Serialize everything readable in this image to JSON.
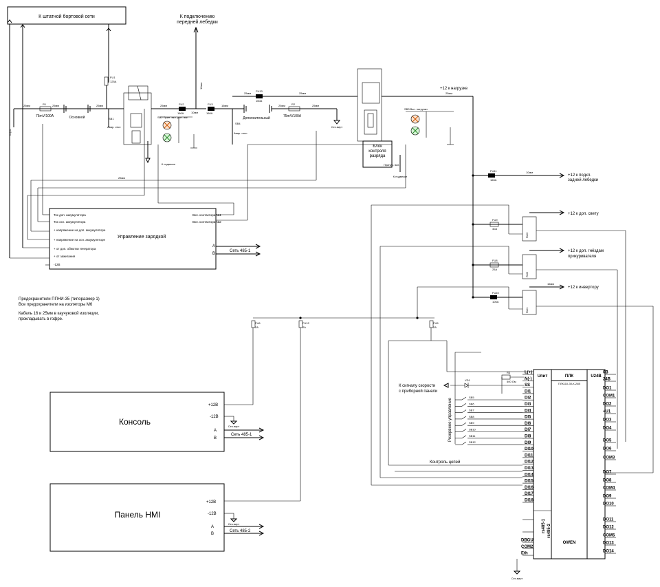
{
  "top": {
    "onboard_network": "К штатной бортовой сети",
    "front_winch": [
      "К подключению",
      "передней лебедки"
    ],
    "load": "+12 к нагрузке",
    "rear_winch": [
      "+12 к подкл.",
      "задней лебедки"
    ],
    "extra_light": "+12 к доп. свету",
    "lighter": [
      "+12 к доп. гнёздам",
      "прикуривателя"
    ],
    "inverter": "+12 к инвертору"
  },
  "labels": {
    "main_battery": "Основной",
    "aux_battery": "Дополнительный",
    "body_ground": "Корп.",
    "to_chassis": "К подвеске",
    "r1": "R1",
    "r1_val": "75mV/100A",
    "r2": "R2",
    "r2_val": "75mV/100A",
    "fu1": "FU1",
    "fu1_val": "125A",
    "fu2": "FU2",
    "fu2_val": "160A",
    "fu3": "FU3",
    "fu3_val": "160A",
    "fu13": "FU13",
    "fu13_val": "160A",
    "fu11": "FU11",
    "fu11_val": "160A",
    "fu9": "FU9",
    "fu9_val": "40A",
    "fu8": "FU8",
    "fu8_val": "25A",
    "fu10": "FU10",
    "fu10_val": "100A",
    "fu5": "FU5",
    "fu5_val": "2A",
    "fu6": "FU6",
    "fu6_val": "2A",
    "fu12": "FU12",
    "fu12_val": "2A",
    "sb1": "SB1",
    "sb1_note": "Авар. откл",
    "sb2": "SB2 Прин. вкл. доп. акк.",
    "sb3": "SB3 Вкл. нагрузки",
    "sb4": "SB4",
    "sb4_note": "Авар. откл",
    "wire_25": "25мм",
    "wire_16": "16мм",
    "wire_10": "10мм",
    "discharge_block": [
      "Блок",
      "контроля",
      "разряда"
    ],
    "forced_on": "Принуд. вкл.",
    "cross_section": "Сеч.вирт",
    "rel_1": "Rel1",
    "rel_2": "Rel2",
    "rel_3": "Rel3",
    "r3": "R3",
    "r3_val": "500 Ом",
    "vd1": "VD1",
    "speed_signal": [
      "К сигналу скорости",
      "с приборной панели"
    ],
    "reserve_control": "Резервное управление",
    "circuit_control": "Контроль цепей",
    "sb5": "SB5",
    "sb6": "SB6",
    "sb7": "SB7",
    "sb8": "SB8",
    "sb9": "SB9",
    "sb10": "SB10",
    "sb11": "SB11",
    "sb12": "SB12"
  },
  "charger": {
    "title": "Управление зарядкой",
    "inputs": [
      "Ток доп. аккумулятора",
      "Ток осн. аккумулятора",
      "+ напряжение на доп. аккумуляторе",
      "+ напряжение на осн. аккумуляторе",
      "+ от доп. обмотки генератора",
      "+ от зажигания",
      "-12В"
    ],
    "out1": "Вкл. контактора №1",
    "out2": "Вкл. контактора №2",
    "a": "A",
    "b": "B",
    "bus": "Сеть 485-1"
  },
  "notes": [
    "Предохранители ППНИ-35 (типоразмер 1)",
    "Все предохранители на изоляторы М6",
    "Кабель 16 и 25мм в каучуковой изоляции,",
    "прокладывать в гофре."
  ],
  "console": {
    "title": "Консоль",
    "p12": "+12В",
    "m12": "-12В",
    "a": "A",
    "b": "B",
    "bus": "Сеть 485-1"
  },
  "hmi": {
    "title": "Панель HMI",
    "p12": "+12В",
    "m12": "-12В",
    "a": "A",
    "b": "B",
    "bus": "Сеть 485-2"
  },
  "plc": {
    "header_left": "Uпит",
    "header_mid": "ПЛК",
    "header_right": "U24В",
    "model": "ПЛК110-30-К-24В",
    "brand": "OWEN",
    "rs1": "rs485-1",
    "rs2": "rs485-2",
    "left_pins": [
      "L(+)",
      "N(-)",
      "SS",
      "DI1",
      "DI2",
      "DI3",
      "DI4",
      "DI5",
      "DI6",
      "DI7",
      "DI8",
      "DI9",
      "DI10",
      "DI11",
      "DI12",
      "DI13",
      "DI14",
      "DI15",
      "DI16",
      "DI17",
      "DI18"
    ],
    "bottom_left_pins": [
      "DBGU",
      "COM2",
      "Eth"
    ],
    "right_pins": [
      "0В",
      "24В",
      "DO1",
      "COM1",
      "DO2",
      "+U1",
      "DO3",
      "DO4",
      "DO5",
      "DO6",
      "COM3",
      "DO7",
      "DO8",
      "COM4",
      "DO9",
      "DO10",
      "DO11",
      "DO12",
      "COM5",
      "DO13",
      "DO14"
    ]
  }
}
